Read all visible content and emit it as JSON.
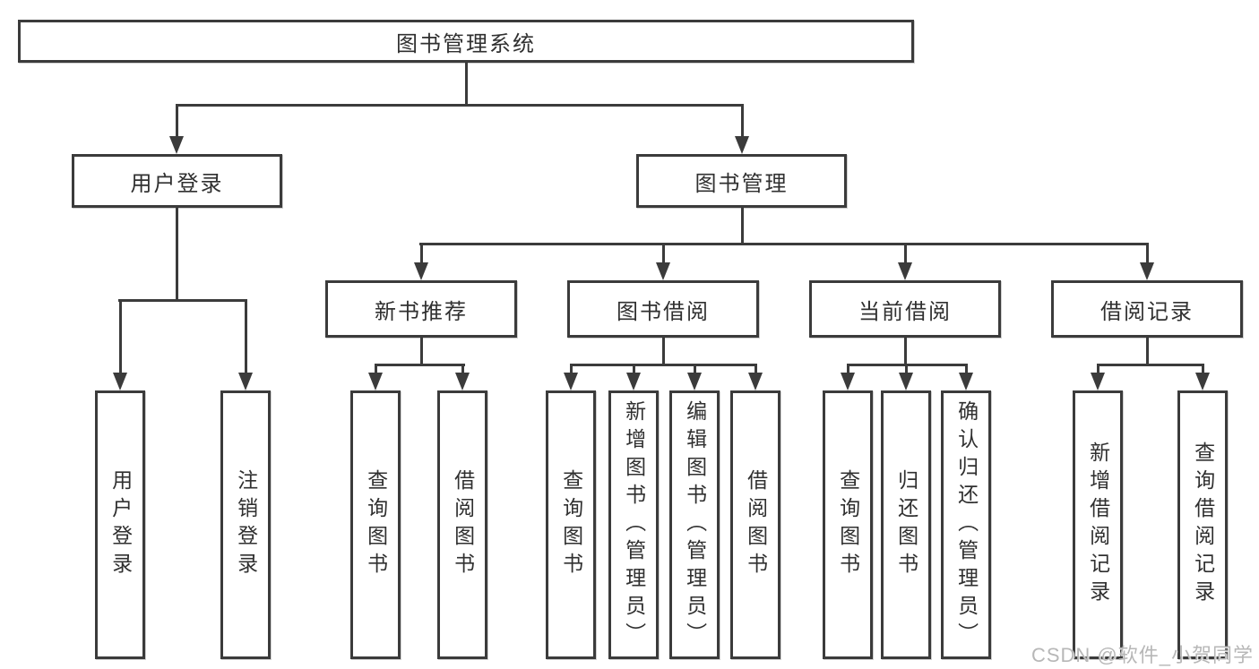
{
  "diagram": {
    "title": "图书管理系统",
    "tree": {
      "label": "图书管理系统",
      "children": [
        {
          "label": "用户登录",
          "children": [
            {
              "label": "用户登录"
            },
            {
              "label": "注销登录"
            }
          ]
        },
        {
          "label": "图书管理",
          "children": [
            {
              "label": "新书推荐",
              "children": [
                {
                  "label": "查询图书"
                },
                {
                  "label": "借阅图书"
                }
              ]
            },
            {
              "label": "图书借阅",
              "children": [
                {
                  "label": "查询图书"
                },
                {
                  "label": "新增图书（管理员）"
                },
                {
                  "label": "编辑图书（管理员）"
                },
                {
                  "label": "借阅图书"
                }
              ]
            },
            {
              "label": "当前借阅",
              "children": [
                {
                  "label": "查询图书"
                },
                {
                  "label": "归还图书"
                },
                {
                  "label": "确认归还（管理员）"
                }
              ]
            },
            {
              "label": "借阅记录",
              "children": [
                {
                  "label": "新增借阅记录"
                },
                {
                  "label": "查询借阅记录"
                }
              ]
            }
          ]
        }
      ]
    },
    "colors": {
      "line": "#3b3b3b",
      "text": "#303030",
      "background": "#ffffff",
      "watermark": "#b7b7b7"
    }
  },
  "watermark": {
    "text": "CSDN @软件_小贺同学"
  }
}
